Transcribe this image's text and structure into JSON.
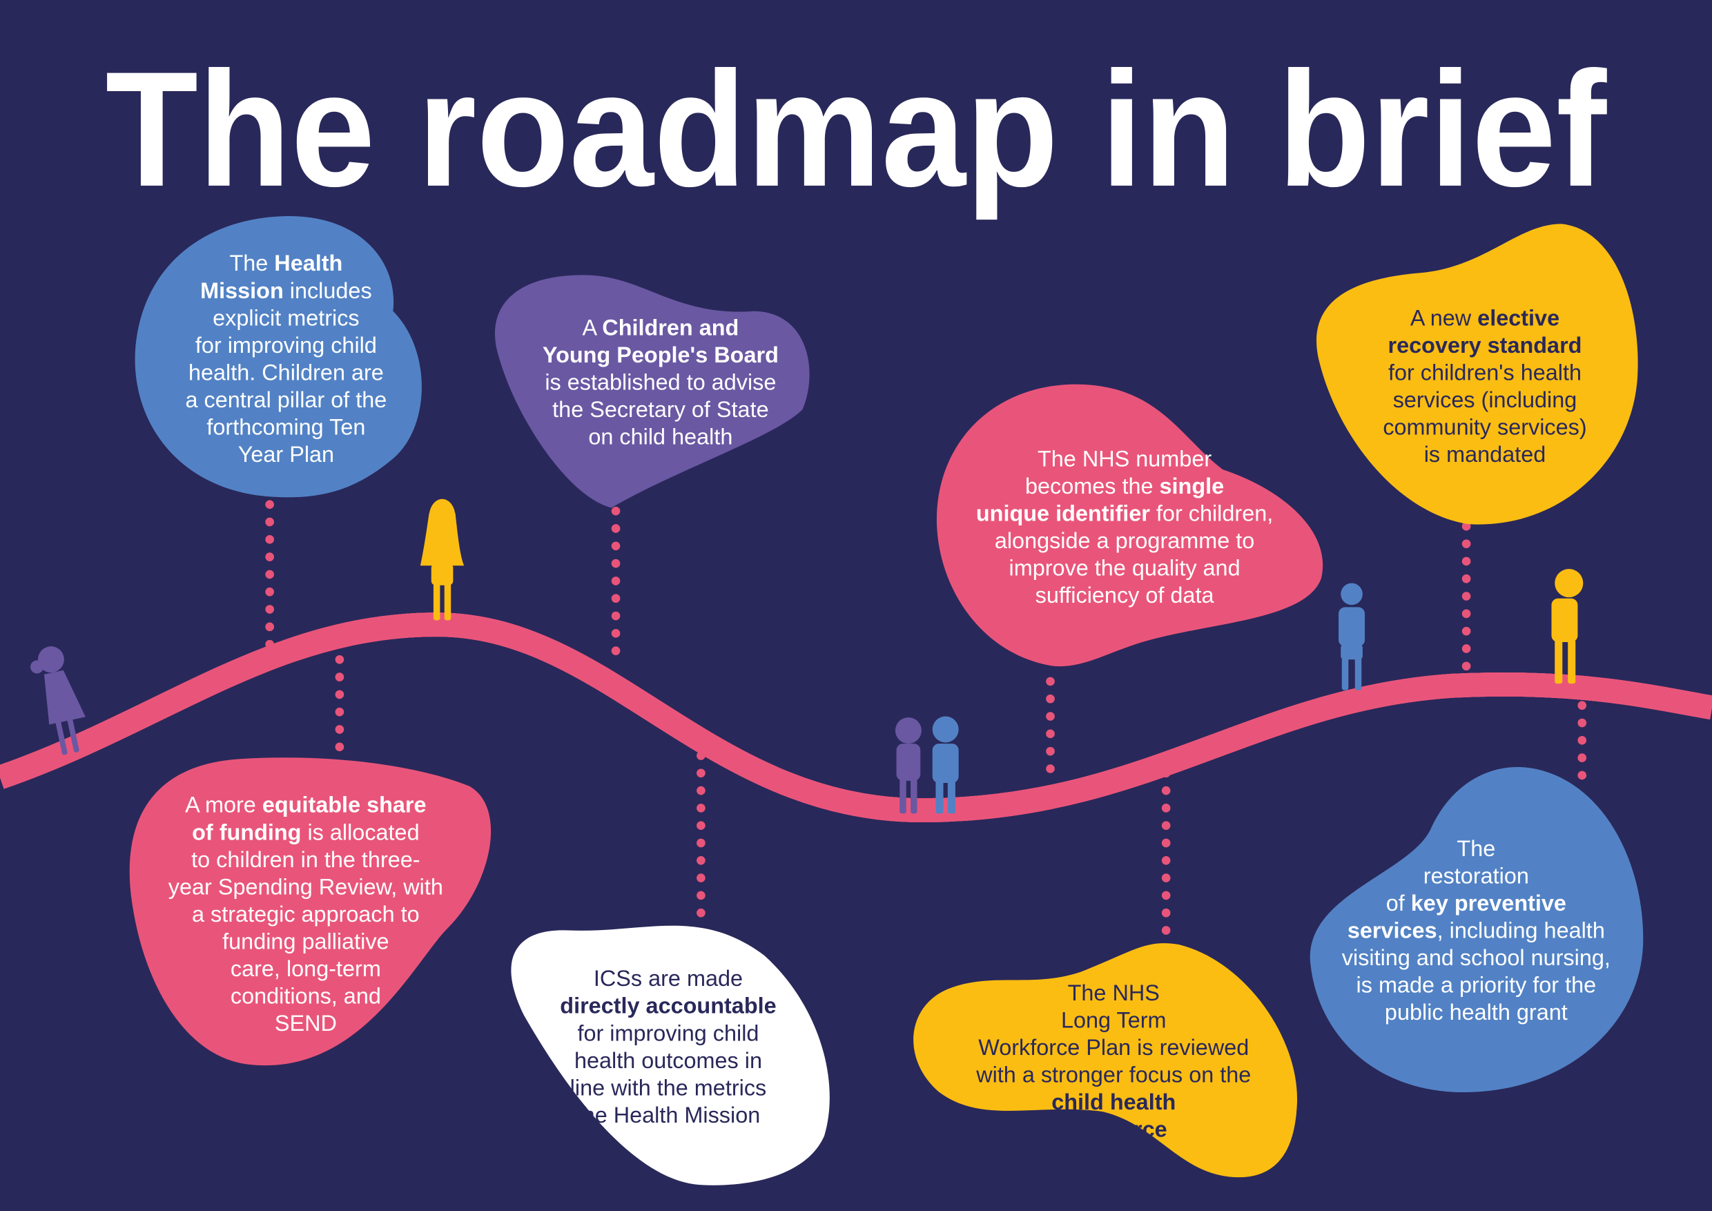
{
  "title": "The roadmap in brief",
  "colors": {
    "background": "#29285a",
    "blue": "#5282c5",
    "purple": "#6a58a3",
    "pink": "#e9557a",
    "yellow": "#fbbd12",
    "white": "#ffffff",
    "dark_text": "#29285a"
  },
  "cards": [
    {
      "id": "health-mission",
      "color": "#5282c5",
      "text_color": "#ffffff",
      "lines": [
        [
          {
            "t": "The "
          },
          {
            "t": "Health",
            "b": true
          }
        ],
        [
          {
            "t": "Mission",
            "b": true
          },
          {
            "t": " includes"
          }
        ],
        [
          {
            "t": "explicit metrics"
          }
        ],
        [
          {
            "t": "for improving child"
          }
        ],
        [
          {
            "t": "health. Children are"
          }
        ],
        [
          {
            "t": "a central pillar of the"
          }
        ],
        [
          {
            "t": "forthcoming Ten"
          }
        ],
        [
          {
            "t": "Year Plan"
          }
        ]
      ]
    },
    {
      "id": "cyp-board",
      "color": "#6a58a3",
      "text_color": "#ffffff",
      "lines": [
        [
          {
            "t": "A "
          },
          {
            "t": "Children and",
            "b": true
          }
        ],
        [
          {
            "t": "Young People's Board",
            "b": true
          }
        ],
        [
          {
            "t": "is established to advise"
          }
        ],
        [
          {
            "t": "the Secretary of State"
          }
        ],
        [
          {
            "t": "on child health"
          }
        ]
      ]
    },
    {
      "id": "nhs-number",
      "color": "#e9557a",
      "text_color": "#ffffff",
      "lines": [
        [
          {
            "t": "The NHS number"
          }
        ],
        [
          {
            "t": "becomes the "
          },
          {
            "t": "single",
            "b": true
          }
        ],
        [
          {
            "t": "unique identifier",
            "b": true
          },
          {
            "t": " for children,"
          }
        ],
        [
          {
            "t": "alongside a programme to"
          }
        ],
        [
          {
            "t": "improve the quality and"
          }
        ],
        [
          {
            "t": "sufficiency of data"
          }
        ]
      ]
    },
    {
      "id": "elective-recovery",
      "color": "#fbbd12",
      "text_color": "#29285a",
      "lines": [
        [
          {
            "t": "A new "
          },
          {
            "t": "elective",
            "b": true
          }
        ],
        [
          {
            "t": "recovery standard",
            "b": true
          }
        ],
        [
          {
            "t": "for children's health"
          }
        ],
        [
          {
            "t": "services (including"
          }
        ],
        [
          {
            "t": "community services)"
          }
        ],
        [
          {
            "t": "is mandated"
          }
        ]
      ]
    },
    {
      "id": "funding",
      "color": "#e9557a",
      "text_color": "#ffffff",
      "lines": [
        [
          {
            "t": "A more "
          },
          {
            "t": "equitable share",
            "b": true
          }
        ],
        [
          {
            "t": "of funding",
            "b": true
          },
          {
            "t": " is allocated"
          }
        ],
        [
          {
            "t": "to children in the three-"
          }
        ],
        [
          {
            "t": "year Spending Review, with"
          }
        ],
        [
          {
            "t": "a strategic approach to"
          }
        ],
        [
          {
            "t": "funding palliative"
          }
        ],
        [
          {
            "t": "care, long-term"
          }
        ],
        [
          {
            "t": "conditions, and"
          }
        ],
        [
          {
            "t": "SEND"
          }
        ]
      ]
    },
    {
      "id": "icss",
      "color": "#ffffff",
      "text_color": "#29285a",
      "lines": [
        [
          {
            "t": "ICSs are made"
          }
        ],
        [
          {
            "t": "directly accountable",
            "b": true
          }
        ],
        [
          {
            "t": "for improving child"
          }
        ],
        [
          {
            "t": "health outcomes in"
          }
        ],
        [
          {
            "t": "line with the metrics"
          }
        ],
        [
          {
            "t": "the Health Mission"
          }
        ]
      ]
    },
    {
      "id": "workforce",
      "color": "#fbbd12",
      "text_color": "#29285a",
      "lines": [
        [
          {
            "t": "The NHS"
          }
        ],
        [
          {
            "t": "Long Term"
          }
        ],
        [
          {
            "t": "Workforce Plan is reviewed"
          }
        ],
        [
          {
            "t": "with a stronger focus on the"
          }
        ],
        [
          {
            "t": "child health",
            "b": true
          }
        ],
        [
          {
            "t": "workforce",
            "b": true
          }
        ]
      ]
    },
    {
      "id": "preventive",
      "color": "#5282c5",
      "text_color": "#ffffff",
      "lines": [
        [
          {
            "t": "The"
          }
        ],
        [
          {
            "t": "restoration"
          }
        ],
        [
          {
            "t": "of "
          },
          {
            "t": "key preventive",
            "b": true
          }
        ],
        [
          {
            "t": "services",
            "b": true
          },
          {
            "t": ", including health"
          }
        ],
        [
          {
            "t": "visiting and school nursing,"
          }
        ],
        [
          {
            "t": "is made a priority for the"
          }
        ],
        [
          {
            "t": "public health grant"
          }
        ]
      ]
    }
  ]
}
